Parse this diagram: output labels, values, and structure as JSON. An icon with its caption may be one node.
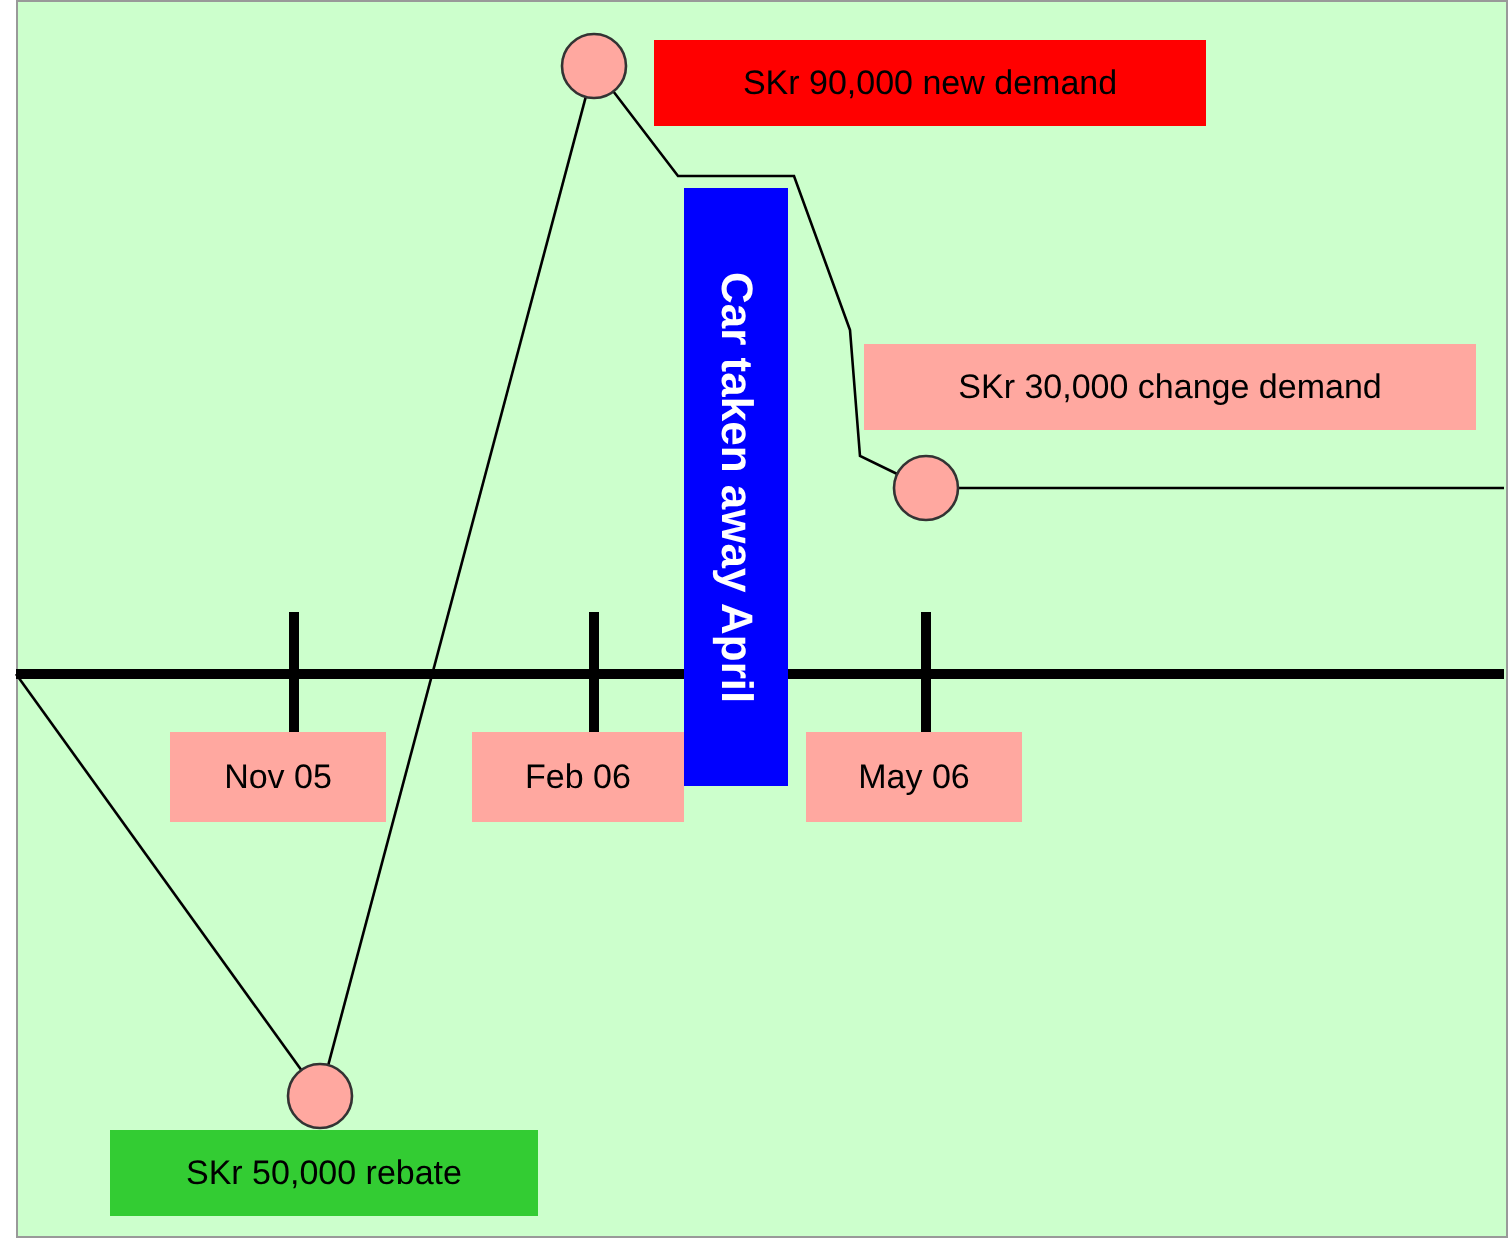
{
  "diagram": {
    "nodes": [
      {
        "text": [],
        "shape": "circle"
      },
      {
        "text": [
          "SKr 90,000 new demand"
        ]
      },
      {
        "text": [
          "Car taken away April"
        ]
      },
      {
        "text": [
          "SKr 30,000 change demand"
        ]
      },
      {
        "text": [],
        "shape": "circle"
      },
      {
        "text": [
          "Nov 05"
        ]
      },
      {
        "text": [
          "Feb 06"
        ]
      },
      {
        "text": [
          "May 06"
        ]
      },
      {
        "text": [],
        "shape": "circle"
      },
      {
        "text": [
          "SKr 50,000 rebate"
        ]
      }
    ],
    "edges": [
      {
        "from": null,
        "to": 8,
        "arrow": "none"
      },
      {
        "from": 8,
        "to": 0,
        "arrow": "none"
      },
      {
        "from": 0,
        "to": 4,
        "arrow": "none"
      },
      {
        "from": 4,
        "to": null,
        "arrow": "none"
      }
    ]
  }
}
